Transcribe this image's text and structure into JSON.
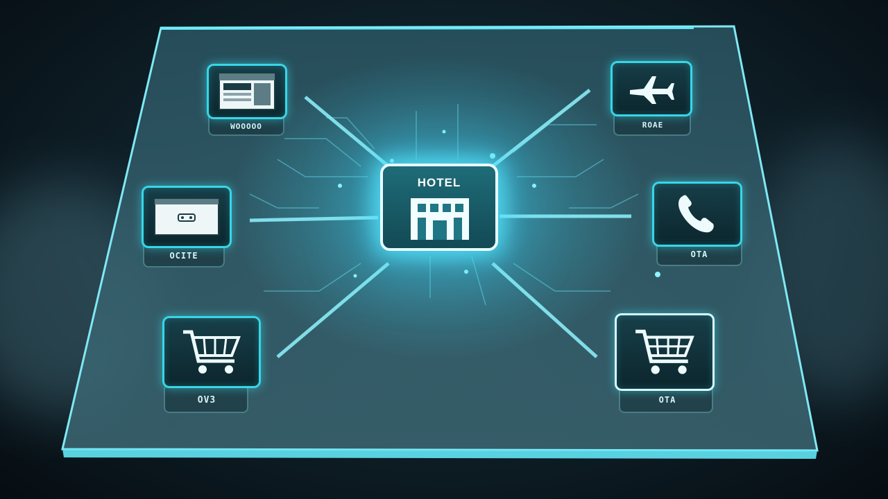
{
  "hub": {
    "title": "HOTEL",
    "icon": "hotel-building-icon"
  },
  "channels": [
    {
      "id": "top-left",
      "icon": "browser-window-icon",
      "label": "WOOOOO"
    },
    {
      "id": "top-right",
      "icon": "airplane-icon",
      "label": "ROAE"
    },
    {
      "id": "mid-left",
      "icon": "card-window-icon",
      "label": "OCITE"
    },
    {
      "id": "mid-right",
      "icon": "phone-icon",
      "label": "OTA"
    },
    {
      "id": "bottom-left",
      "icon": "shopping-cart-icon",
      "label": "OV3"
    },
    {
      "id": "bottom-right",
      "icon": "shopping-cart-icon",
      "label": "OTA"
    }
  ],
  "colors": {
    "accent": "#38d6e6",
    "glow": "#5fe8ff",
    "panel": "#1d3b45"
  }
}
